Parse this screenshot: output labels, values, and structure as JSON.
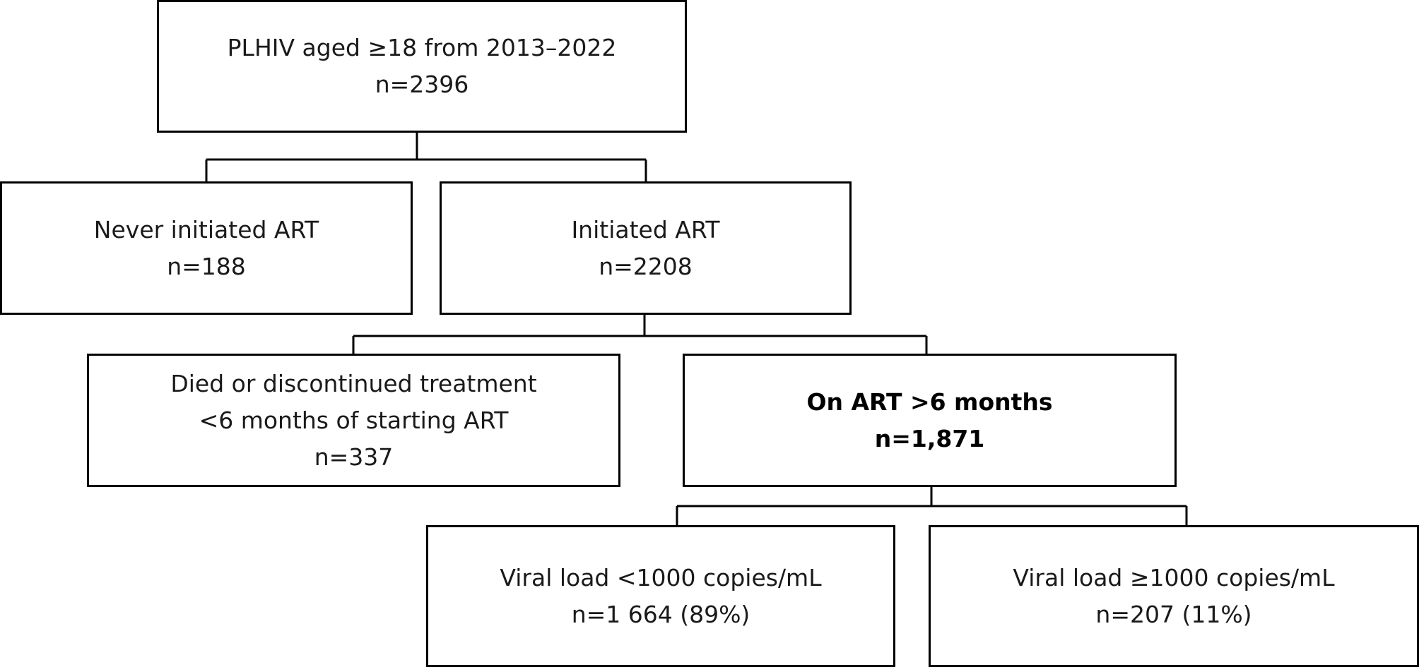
{
  "flowchart": {
    "nodes": {
      "root": {
        "lines": [
          "PLHIV aged ≥18 from 2013–2022",
          "n=2396"
        ]
      },
      "never_initiated": {
        "lines": [
          "Never initiated ART",
          "n=188"
        ]
      },
      "initiated": {
        "lines": [
          "Initiated ART",
          "n=2208"
        ]
      },
      "died_discontinued": {
        "lines": [
          "Died or discontinued treatment",
          "<6 months of starting ART",
          "n=337"
        ]
      },
      "on_art": {
        "lines": [
          "On ART >6 months",
          "n=1,871"
        ]
      },
      "vl_low": {
        "lines": [
          "Viral load <1000 copies/mL",
          "n=1 664 (89%)"
        ]
      },
      "vl_high": {
        "lines": [
          "Viral load ≥1000 copies/mL",
          "n=207 (11%)"
        ]
      }
    },
    "edges": [
      {
        "from": "root",
        "to": [
          "never_initiated",
          "initiated"
        ]
      },
      {
        "from": "initiated",
        "to": [
          "died_discontinued",
          "on_art"
        ]
      },
      {
        "from": "on_art",
        "to": [
          "vl_low",
          "vl_high"
        ]
      }
    ],
    "colors": {
      "border": "#000000",
      "text": "#1a1a1a",
      "background": "#ffffff"
    }
  }
}
